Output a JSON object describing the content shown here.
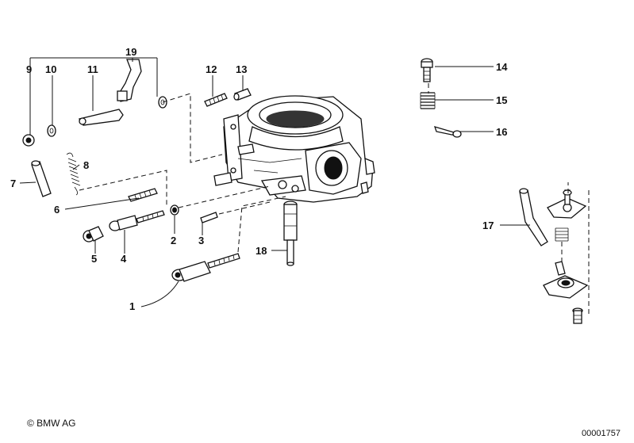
{
  "callouts": [
    "1",
    "2",
    "3",
    "4",
    "5",
    "6",
    "7",
    "8",
    "9",
    "10",
    "11",
    "12",
    "13",
    "14",
    "15",
    "16",
    "17",
    "18",
    "19"
  ],
  "copyright": "© BMW AG",
  "doc_number": "00001757"
}
